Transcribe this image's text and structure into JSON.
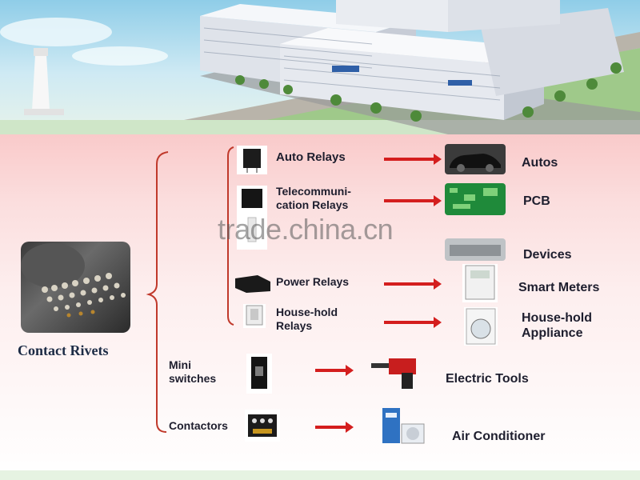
{
  "watermark": "trade.china.cn",
  "source": {
    "label": "Contact Rivets"
  },
  "relays": [
    {
      "id": "auto",
      "label": "Auto Relays"
    },
    {
      "id": "telecom",
      "label_line1": "Telecommuni-",
      "label_line2": "cation Relays"
    },
    {
      "id": "power",
      "label": "Power Relays"
    },
    {
      "id": "household",
      "label_line1": "House-hold",
      "label_line2": "Relays"
    }
  ],
  "other_products": [
    {
      "id": "mini",
      "label_line1": "Mini",
      "label_line2": "switches"
    },
    {
      "id": "contactors",
      "label": "Contactors"
    }
  ],
  "applications": [
    {
      "id": "autos",
      "label": "Autos"
    },
    {
      "id": "pcb",
      "label": "PCB"
    },
    {
      "id": "devices",
      "label": "Devices"
    },
    {
      "id": "meters",
      "label": "Smart Meters"
    },
    {
      "id": "appliance",
      "label_line1": "House-hold",
      "label_line2": "Appliance"
    },
    {
      "id": "tools",
      "label": "Electric Tools"
    },
    {
      "id": "ac",
      "label": "Air Conditioner"
    }
  ],
  "colors": {
    "arrow": "#d41e1e",
    "bracket": "#c0392b",
    "text": "#1e1e2e"
  }
}
